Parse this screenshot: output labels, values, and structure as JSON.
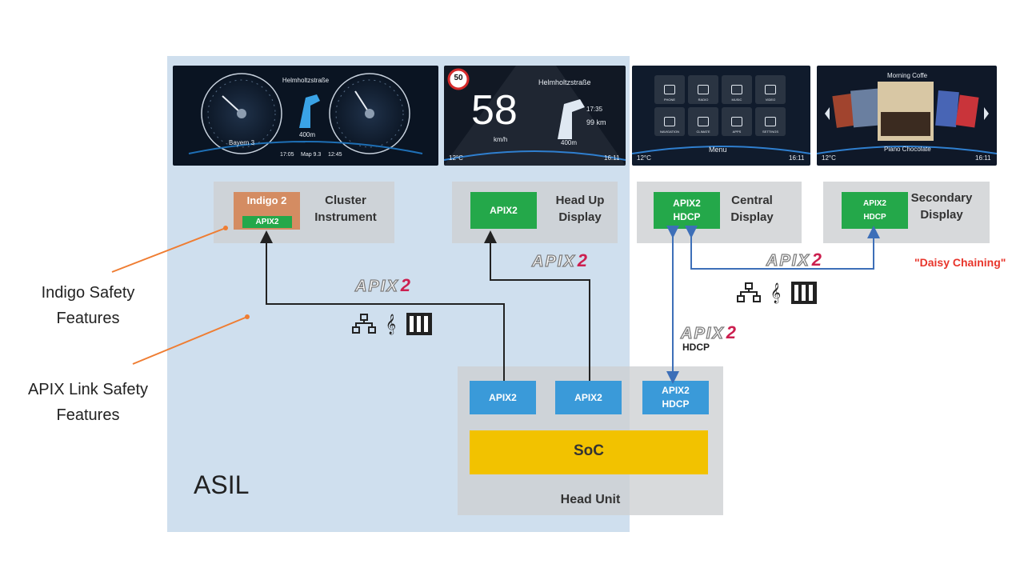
{
  "asil_label": "ASIL",
  "side_labels": {
    "indigo": [
      "Indigo Safety",
      "Features"
    ],
    "apix_link": [
      "APIX Link Safety",
      "Features"
    ]
  },
  "screens": {
    "cluster": {
      "title": "Helmholtzstraße",
      "dest": "Bayern 3",
      "center_val": "400m",
      "bottom": [
        "17:05",
        "Map 9.3",
        "12:45"
      ]
    },
    "hud": {
      "speed_limit": "50",
      "street": "Helmholtzstraße",
      "speed": "58",
      "speed_unit": "km/h",
      "distance": "400m",
      "eta": "17:35",
      "remaining": "99 km",
      "temp": "12°C",
      "time": "16:11"
    },
    "central": {
      "tiles": [
        "PHONE",
        "RADIO",
        "MUSIC",
        "VIDEO",
        "NAVIGATION",
        "CLIMATE",
        "APPS",
        "SETTINGS"
      ],
      "menu": "Menu",
      "temp": "12°C",
      "time": "16:11"
    },
    "secondary": {
      "title": "Morning Coffe",
      "track": "Piano Chocolate",
      "temp": "12°C",
      "time": "16:11"
    }
  },
  "boxes": {
    "cluster": {
      "chip_top": "Indigo 2",
      "chip_bottom": "APIX2",
      "label": [
        "Cluster",
        "Instrument"
      ]
    },
    "hud": {
      "chip": "APIX2",
      "label": [
        "Head Up",
        "Display"
      ]
    },
    "central": {
      "chip": [
        "APIX2",
        "HDCP"
      ],
      "label": [
        "Central",
        "Display"
      ]
    },
    "secondary": {
      "chip": [
        "APIX2",
        "HDCP"
      ],
      "label": [
        "Secondary",
        "Display"
      ]
    }
  },
  "daisy_chaining": "\"Daisy Chaining\"",
  "apix_logo": {
    "text": "APIX",
    "suffix": "2"
  },
  "hdcp_label": "HDCP",
  "head_unit": {
    "label": "Head Unit",
    "soc": "SoC",
    "chips": [
      "APIX2",
      "APIX2"
    ],
    "chip_hdcp": [
      "APIX2",
      "HDCP"
    ]
  },
  "colors": {
    "asil_zone": "#cfdfee",
    "chip_blue": "#3a9ad9",
    "chip_green": "#24a84a",
    "indigo_chip": "#d48c62",
    "soc": "#f2c200",
    "link_blue": "#3d6fb8",
    "pointer_orange": "#ef7d32",
    "daisy_red": "#e8352b"
  },
  "icons": [
    "network-icon",
    "music-note-icon",
    "film-strip-icon"
  ]
}
